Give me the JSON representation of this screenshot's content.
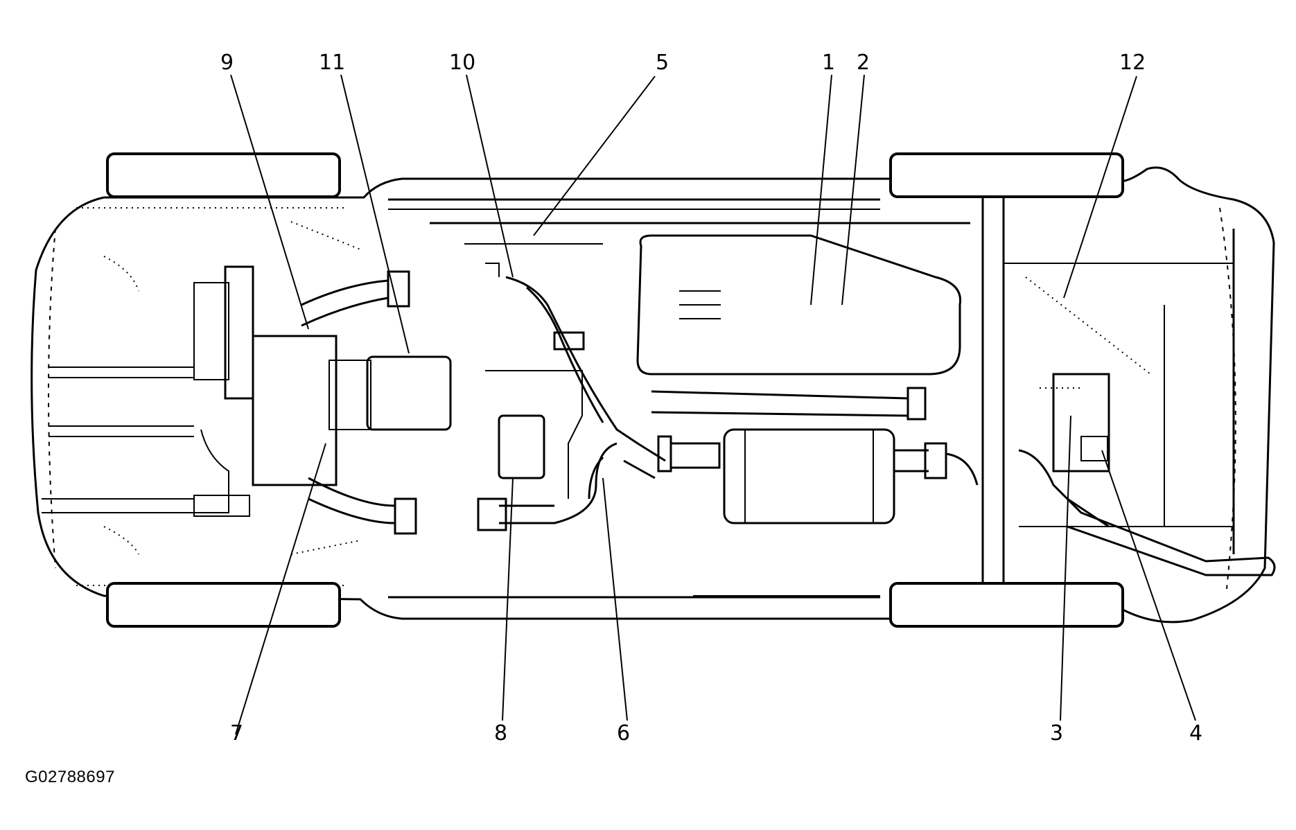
{
  "figure_code": "G02788697",
  "callouts": {
    "c1": "1",
    "c2": "2",
    "c3": "3",
    "c4": "4",
    "c5": "5",
    "c6": "6",
    "c7": "7",
    "c8": "8",
    "c9": "9",
    "c10": "10",
    "c11": "11",
    "c12": "12"
  }
}
